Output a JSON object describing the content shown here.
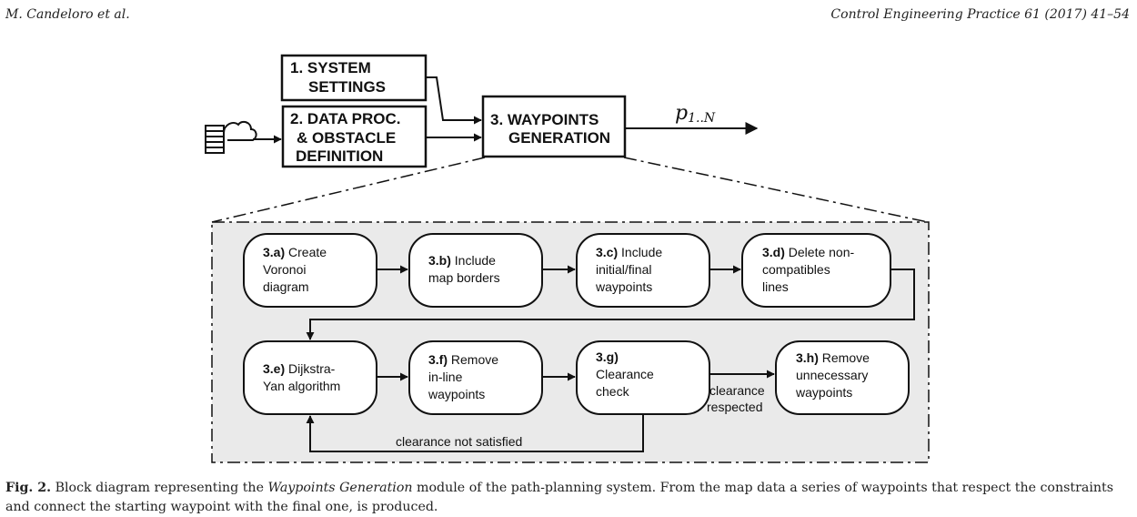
{
  "header": {
    "authors": "M. Candeloro et al.",
    "journal": "Control Engineering Practice 61 (2017) 41–54"
  },
  "top_blocks": {
    "b1": [
      "1. SYSTEM",
      "SETTINGS"
    ],
    "b2": [
      "2. DATA PROC.",
      "& OBSTACLE",
      "DEFINITION"
    ],
    "b3": [
      "3. WAYPOINTS",
      "GENERATION"
    ],
    "output_symbol": "p",
    "output_subscript": "1..N",
    "database_icon": "database-cloud-icon"
  },
  "steps": {
    "a": {
      "id": "3.a)",
      "first": "Create",
      "lines": [
        "Voronoi",
        "diagram"
      ]
    },
    "b": {
      "id": "3.b)",
      "first": "Include",
      "lines": [
        "map borders"
      ]
    },
    "c": {
      "id": "3.c)",
      "first": "Include",
      "lines": [
        "initial/final",
        "waypoints"
      ]
    },
    "d": {
      "id": "3.d)",
      "first": "Delete non-",
      "lines": [
        "compatibles",
        "lines"
      ]
    },
    "e": {
      "id": "3.e)",
      "first": "Dijkstra-",
      "lines": [
        "Yan algorithm"
      ]
    },
    "f": {
      "id": "3.f)",
      "first": "Remove",
      "lines": [
        "in-line",
        "waypoints"
      ]
    },
    "g": {
      "id": "3.g)",
      "first": "",
      "lines": [
        "Clearance",
        "check"
      ]
    },
    "h": {
      "id": "3.h)",
      "first": "Remove",
      "lines": [
        "unnecessary",
        "waypoints"
      ]
    }
  },
  "labels": {
    "clearance_respected": [
      "clearance",
      "respected"
    ],
    "clearance_not_satisfied": "clearance not satisfied"
  },
  "caption": {
    "fig": "Fig. 2.",
    "text_1": " Block diagram representing the ",
    "emph": "Waypoints Generation",
    "text_2": " module of the path-planning system. From the map data a series of waypoints that respect the constraints and connect the starting waypoint with the final one, is produced."
  }
}
